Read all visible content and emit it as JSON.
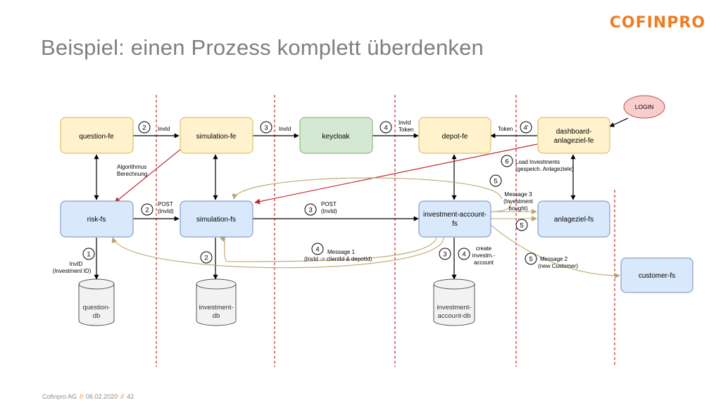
{
  "title": "Beispiel: einen Prozess komplett überdenken",
  "logo": "COFINPRO",
  "footer": {
    "company": "Cofinpro AG",
    "date": "06.02.2020",
    "page": "42",
    "sep": "//"
  },
  "colors": {
    "fe_fill": "#fff2cc",
    "fe_stroke": "#d6b656",
    "fs_fill": "#dae8fc",
    "fs_stroke": "#6c8ebf",
    "kc_fill": "#d5e8d4",
    "kc_stroke": "#82b366",
    "login_fill": "#f8cecc",
    "login_stroke": "#b85450",
    "accent": "#ee7d22",
    "red": "#c0272d",
    "olive": "#b9a66a",
    "divider": "#c00000"
  },
  "nodes": {
    "question_fe": "question-fe",
    "simulation_fe": "simulation-fe",
    "keycloak": "keycloak",
    "depot_fe": "depot-fe",
    "dashboard_fe": [
      "dashboard-",
      "anlageziel-fe"
    ],
    "login": "LOGIN",
    "risk_fs": "risk-fs",
    "simulation_fs": "simulation-fs",
    "investment_account_fs": [
      "investment-account-",
      "fs"
    ],
    "anlageziel_fs": "anlageziel-fs",
    "customer_fs": "customer-fs",
    "question_db": [
      "question-",
      "db"
    ],
    "investment_db": [
      "investment-",
      "db"
    ],
    "investment_account_db": [
      "investment-",
      "account-db"
    ]
  },
  "labels": {
    "invid_1": "InvId",
    "invid_2": "InvId",
    "invid_token": [
      "InvId",
      "Token"
    ],
    "token": "Token",
    "algorithmus": [
      "Algorithmus",
      "Berechnung"
    ],
    "post_1": [
      "POST",
      "(InvId)"
    ],
    "post_2": [
      "POST",
      "(InvId)"
    ],
    "invid_investment": [
      "InvID",
      "(Investment ID)"
    ],
    "load_investments": [
      "Load Investments",
      "(gespeich. Anlageziele)"
    ],
    "message3": [
      "Message 3",
      "(Investment",
      "bought)"
    ],
    "message1": [
      "Message 1",
      "(InvId -> clientId & depotId)"
    ],
    "create": [
      "create",
      "investm.-",
      "account"
    ],
    "message2": [
      "Message 2",
      "(new Customer)"
    ]
  },
  "steps": {
    "s2_top": "2",
    "s3_top": "3",
    "s4_top": "4",
    "s4p_top": "4'",
    "s6": "6",
    "s5_a": "5",
    "s5_b": "5",
    "s5_c": "5",
    "s2_mid": "2",
    "s3_mid": "3",
    "s1": "1",
    "s2_low": "2",
    "s4_low": "4",
    "s3_low": "3",
    "s4_low2": "4"
  }
}
